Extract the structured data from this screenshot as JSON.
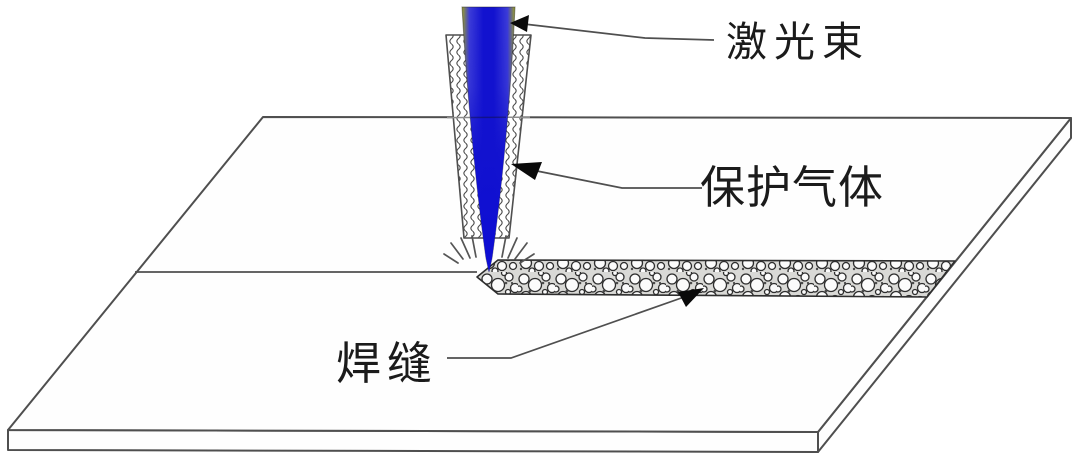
{
  "diagram": {
    "labels": {
      "laser_beam": "激光束",
      "shielding_gas": "保护气体",
      "weld_seam": "焊缝"
    },
    "colors": {
      "background": "#ffffff",
      "beam_core": "#1212cf",
      "beam_mid": "#3c3cd8",
      "beam_edge": "#9aa026",
      "beam_deep": "#0d0dd4",
      "outline": "#4f4f4f",
      "faint_line": "#8d8d8d",
      "arrow": "#0a0a0a",
      "plate_fill": "#fefefe",
      "seam_fill": "#d9d9d6",
      "seam_circle_fill": "#fbfbfb",
      "seam_stroke": "#2e2e2e",
      "nozzle_hatch": "#4a4a4a",
      "spark": "#555555",
      "label_text": "#1b1b1b"
    }
  }
}
